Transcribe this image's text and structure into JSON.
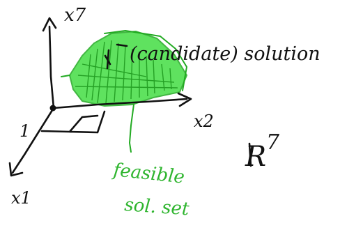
{
  "axes": {
    "vertical_label": "x7",
    "right_label": "x2",
    "diagonal_label": "x1",
    "tick_label": "1"
  },
  "annotations": {
    "solution_label": "(candidate) solution",
    "feasible_line1": "feasible",
    "feasible_line2": "sol. set",
    "space_label": "R",
    "space_exponent": "7"
  },
  "colors": {
    "ink": "#111111",
    "feasible_fill": "#44dd44",
    "feasible_ink": "#22aa22"
  }
}
